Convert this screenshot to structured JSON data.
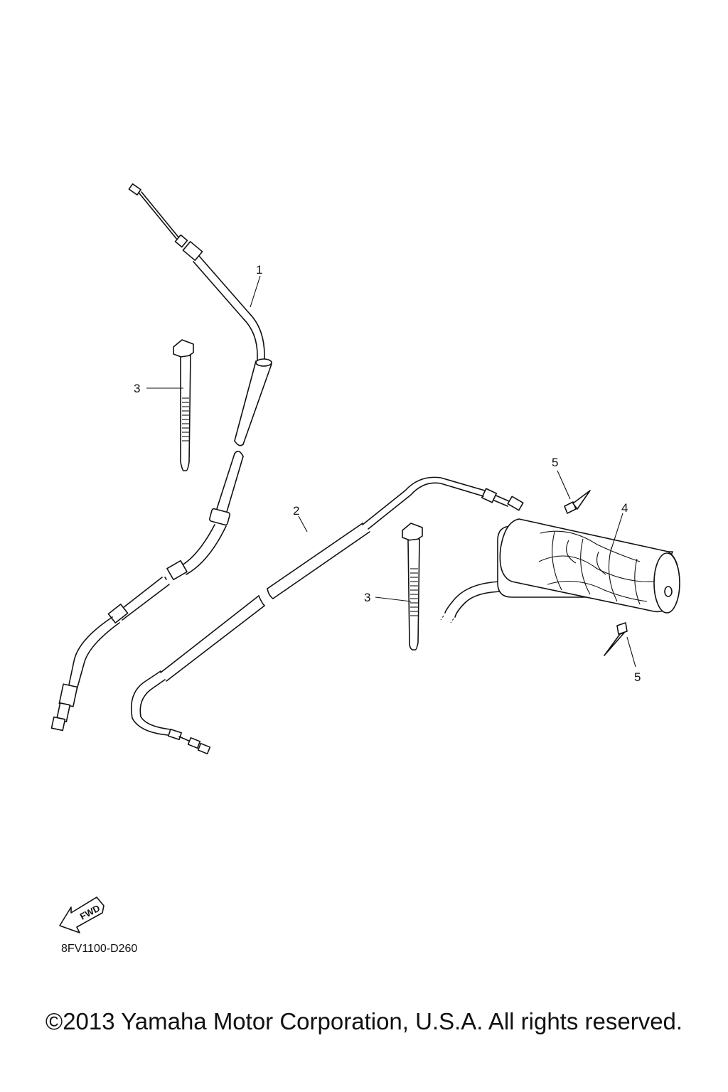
{
  "callouts": [
    {
      "label": "1"
    },
    {
      "label": "2"
    },
    {
      "label": "3"
    },
    {
      "label": "3"
    },
    {
      "label": "4"
    },
    {
      "label": "5"
    },
    {
      "label": "5"
    }
  ],
  "fwd_label": "FWD",
  "diagram_code": "8FV1100-D260",
  "copyright": "©2013 Yamaha Motor Corporation, U.S.A. All rights reserved."
}
